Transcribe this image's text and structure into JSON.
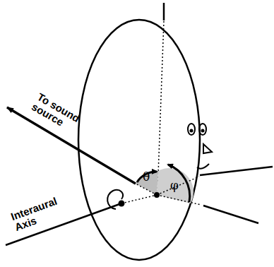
{
  "diagram": {
    "labels": [
      "To sound source",
      "Interaural Axis",
      "θ",
      "φ"
    ]
  }
}
